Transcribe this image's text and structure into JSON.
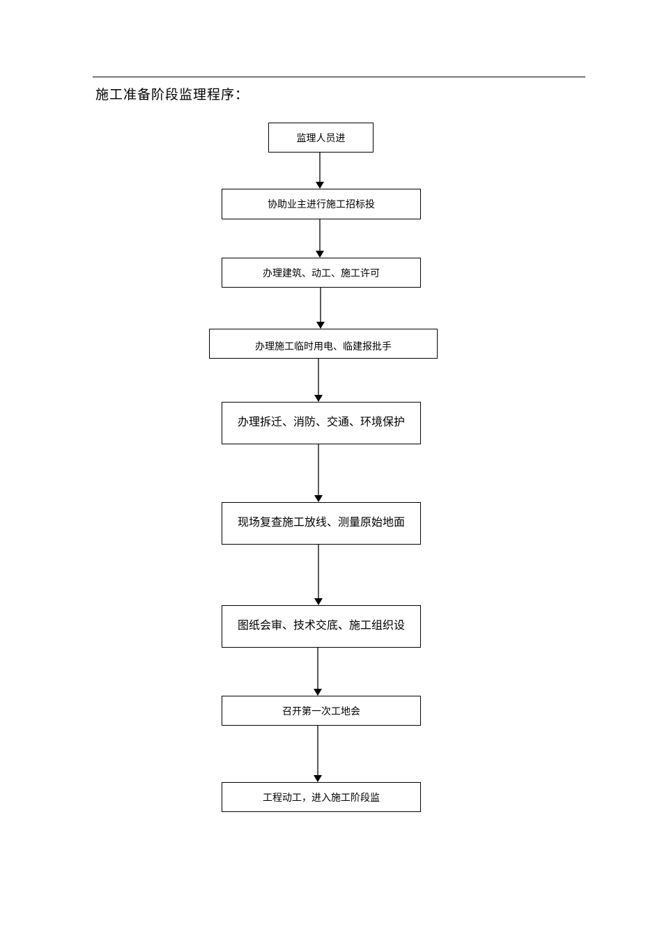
{
  "title": "施工准备阶段监理程序：",
  "steps": [
    "监理人员进",
    "协助业主进行施工招标投",
    "办理建筑、动工、施工许可",
    "办理施工临时用电、临建报批手",
    "办理拆迁、消防、交通、环境保护",
    "现场复查施工放线、测量原始地面",
    "图纸会审、技术交底、施工组织设",
    "召开第一次工地会",
    "工程动工，进入施工阶段监"
  ]
}
